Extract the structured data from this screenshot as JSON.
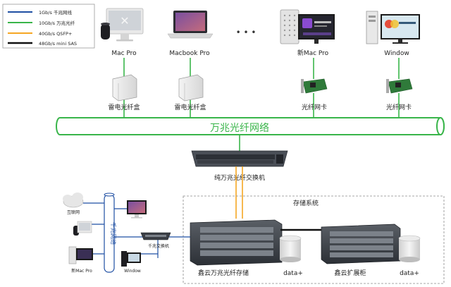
{
  "legend": [
    {
      "label": "1Gb/s 千兆网线",
      "color": "#1f4fa3"
    },
    {
      "label": "10Gb/s 万兆光纤",
      "color": "#39b54a"
    },
    {
      "label": "40Gb/s QSFP+",
      "color": "#f5a623"
    },
    {
      "label": "48Gb/s mini SAS",
      "color": "#111111"
    }
  ],
  "workstations": [
    {
      "name": "Mac Pro",
      "adapter": "雷电光纤盒"
    },
    {
      "name": "Macbook Pro",
      "adapter": "雷电光纤盒"
    },
    {
      "name": "新Mac Pro",
      "adapter": "光纤网卡"
    },
    {
      "name": "Window",
      "adapter": "光纤网卡"
    }
  ],
  "more_indicator": "• • •",
  "backbone_label": "万兆光纤网络",
  "core_switch_label": "纯万兆光纤交换机",
  "storage": {
    "title": "存储系统",
    "primary": "鑫云万兆光纤存储",
    "expansion": "鑫云扩展柜",
    "data_label_1": "data+",
    "data_label_2": "data+"
  },
  "lan": {
    "backbone_label": "千兆网络",
    "internet": "互联网",
    "switch": "千兆交换机",
    "clients": [
      "新Mac Pro",
      "Window"
    ]
  },
  "icons": [
    "cloud-icon",
    "imac-icon",
    "laptop-icon",
    "mac-pro-tower-icon",
    "pc-tower-icon",
    "thunderbolt-box-icon",
    "nic-card-icon",
    "network-switch-icon",
    "storage-server-icon",
    "database-icon"
  ]
}
